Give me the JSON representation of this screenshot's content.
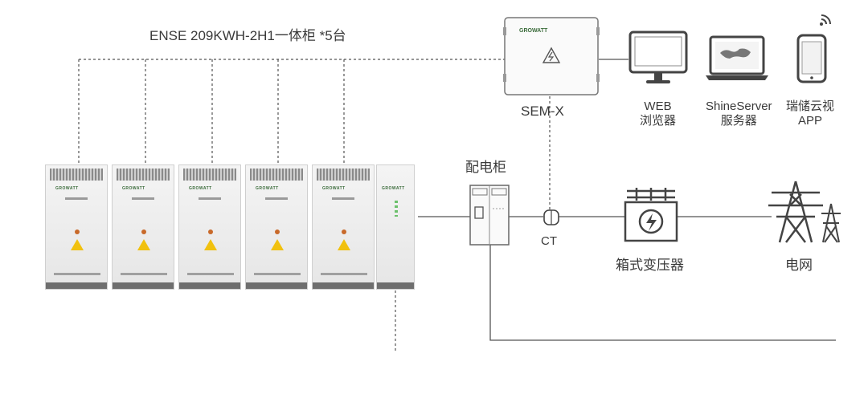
{
  "title": "ENSE 209KWH-2H1一体柜 *5台",
  "cabinet_brand": "GROWATT",
  "cabinets": [
    {
      "id": "c1"
    },
    {
      "id": "c2"
    },
    {
      "id": "c3"
    },
    {
      "id": "c4"
    },
    {
      "id": "c5"
    }
  ],
  "sem": {
    "brand": "GROWATT",
    "label": "SEM-X"
  },
  "devices": {
    "web": {
      "line1": "WEB",
      "line2": "浏览器"
    },
    "server": {
      "line1": "ShineServer",
      "line2": "服务器"
    },
    "app": {
      "line1": "瑞储云视",
      "line2": "APP"
    }
  },
  "distribution_label": "配电柜",
  "ct_label": "CT",
  "transformer_label": "箱式变压器",
  "grid_label": "电网",
  "colors": {
    "line": "#555555",
    "warning": "#f1c10f",
    "brand_green": "#3a6b3a"
  }
}
